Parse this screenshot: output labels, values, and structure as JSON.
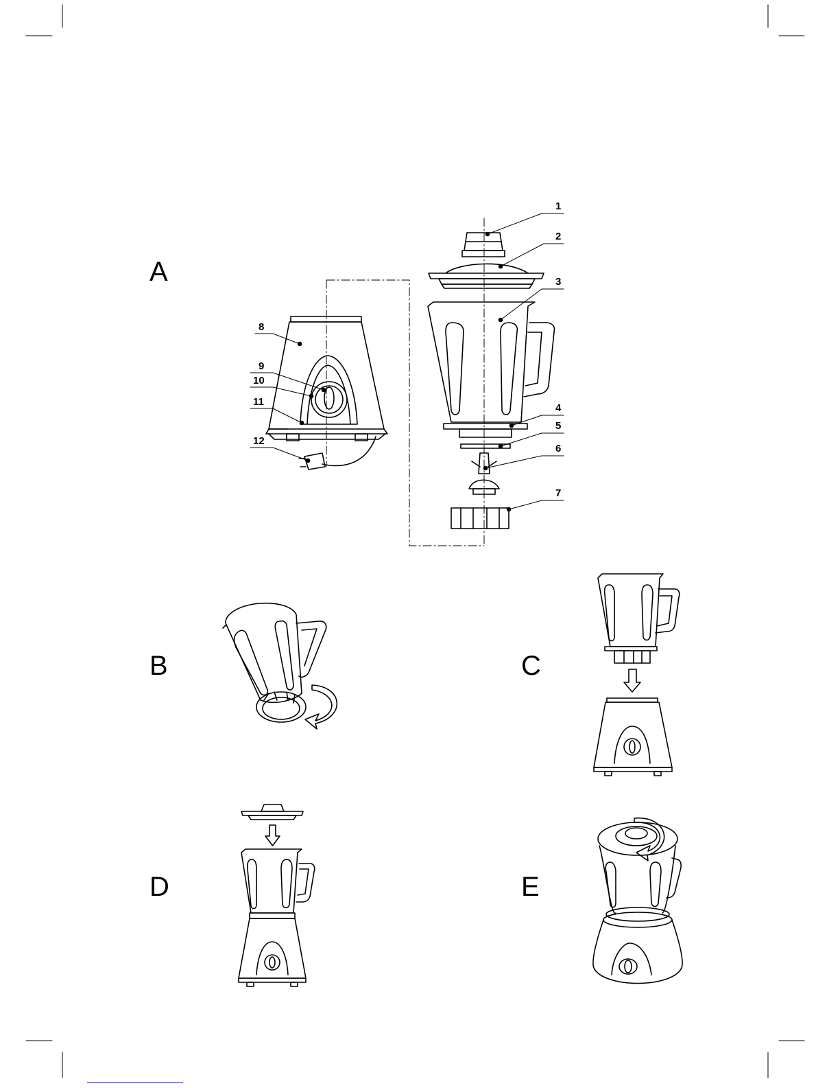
{
  "colors": {
    "ink": "#000000",
    "paper": "#ffffff",
    "link": "#0000ee"
  },
  "sections": {
    "a": "A",
    "b": "B",
    "c": "C",
    "d": "D",
    "e": "E"
  },
  "part_numbers": [
    "1",
    "2",
    "3",
    "4",
    "5",
    "6",
    "7",
    "8",
    "9",
    "10",
    "11",
    "12"
  ],
  "icons": [
    "crop-mark-icon",
    "rotation-arrow-icon",
    "down-arrow-icon"
  ]
}
